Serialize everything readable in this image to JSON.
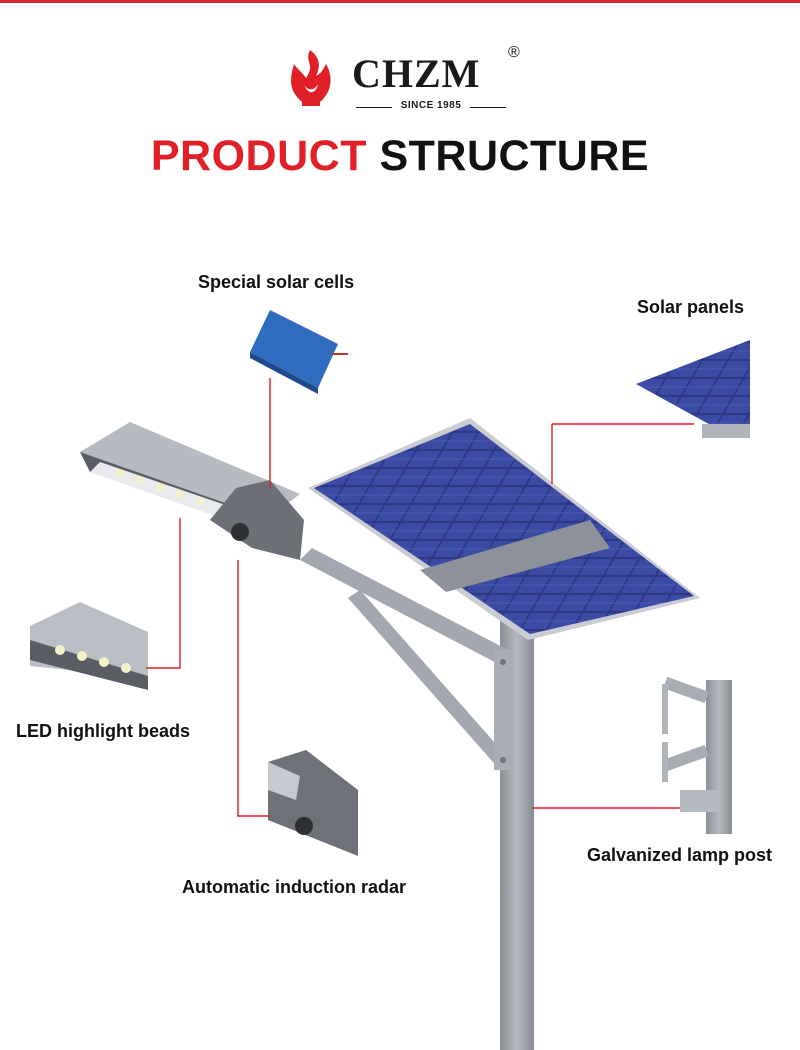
{
  "brand": {
    "name": "CHZM",
    "registered": "®",
    "since": "SINCE 1985"
  },
  "title": {
    "part1": "PRODUCT",
    "part2": "STRUCTURE"
  },
  "labels": {
    "solar_cells": "Special solar cells",
    "solar_panels": "Solar panels",
    "led_beads": "LED highlight beads",
    "radar": "Automatic induction radar",
    "lamp_post": "Galvanized lamp post"
  },
  "colors": {
    "accent_red": "#e01f26",
    "panel_blue": "#2a3580",
    "metal_grey": "#9a9ea6"
  }
}
